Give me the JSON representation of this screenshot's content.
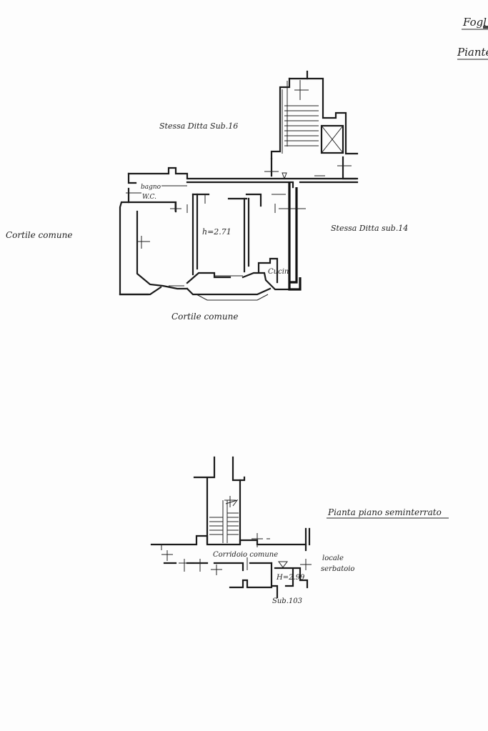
{
  "header": {
    "title_fragment_1": "Fogl",
    "title_fragment_2": "Piante"
  },
  "ground_floor": {
    "labels": {
      "north_neighbor": "Stessa Ditta Sub.16",
      "east_neighbor": "Stessa Ditta sub.14",
      "west_courtyard": "Cortile comune",
      "south_courtyard": "Cortile comune",
      "bathroom_1": "bagno",
      "bathroom_2": "W.C.",
      "height": "h=2.71",
      "kitchen": "Cucin."
    }
  },
  "basement": {
    "labels": {
      "title": "Pianta piano seminterrato",
      "corridor": "Corridoio comune",
      "tank_room_1": "locale",
      "tank_room_2": "serbatoio",
      "height": "H=2.99",
      "sub": "Sub.103"
    }
  },
  "colors": {
    "ink": "#1a1a1a",
    "paper": "#fdfdfd"
  }
}
